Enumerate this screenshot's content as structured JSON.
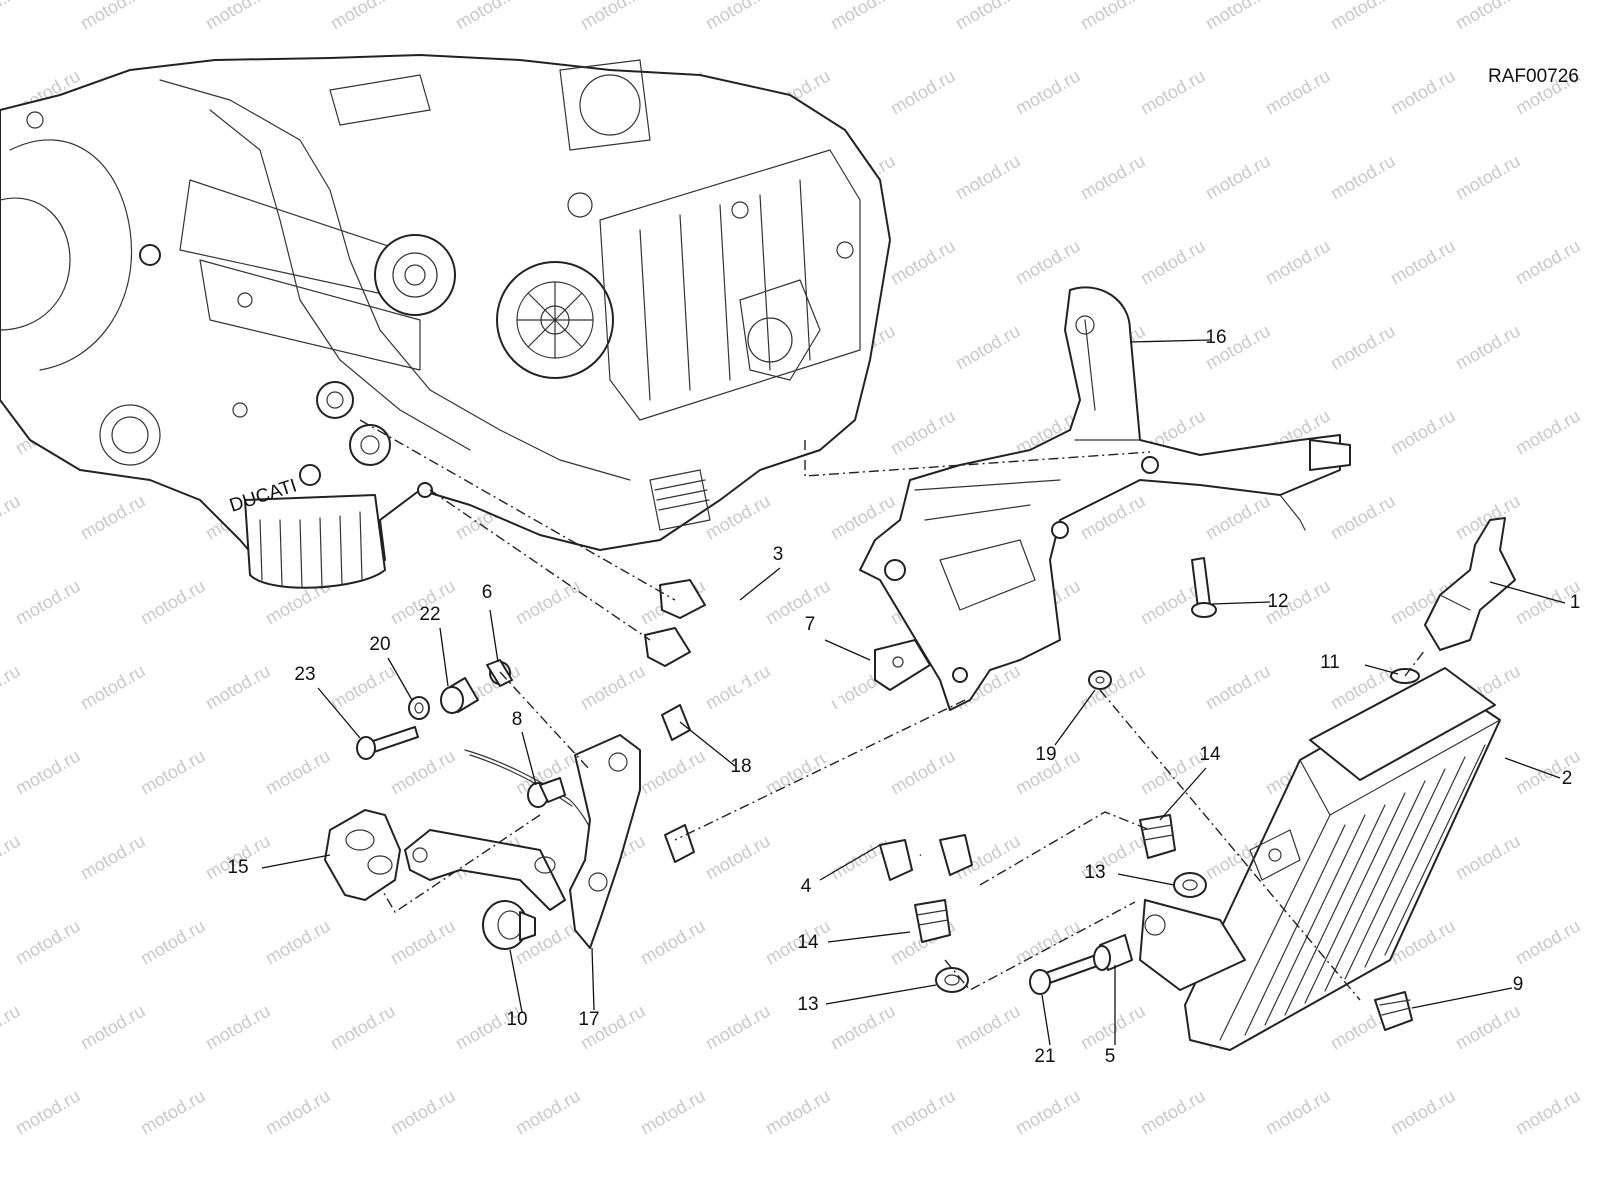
{
  "diagram": {
    "code": "RAF00726",
    "watermark": "motod.ru",
    "engine_brand": "DUCATI",
    "callouts": [
      "1",
      "2",
      "3",
      "4",
      "5",
      "6",
      "7",
      "8",
      "9",
      "10",
      "11",
      "12",
      "13",
      "13",
      "14",
      "14",
      "15",
      "16",
      "17",
      "18",
      "19",
      "20",
      "21",
      "22",
      "23"
    ]
  }
}
